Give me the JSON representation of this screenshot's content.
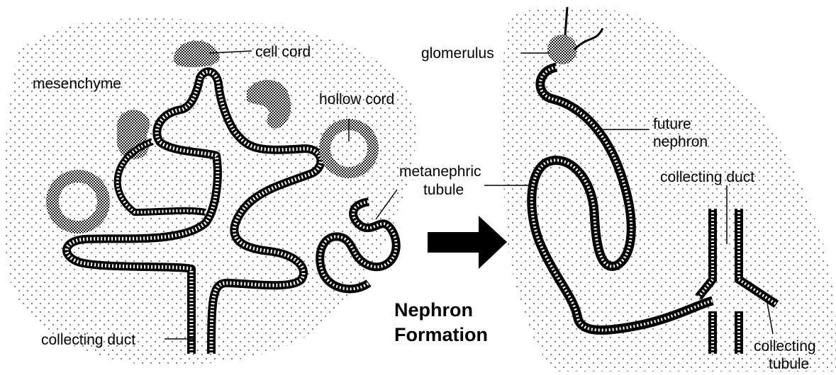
{
  "title": {
    "line1": "Nephron",
    "line2": "Formation"
  },
  "labels": {
    "cell_cord": "cell cord",
    "mesenchyme": "mesenchyme",
    "hollow_cord": "hollow  cord",
    "metanephric_1": "metanephric",
    "metanephric_2": "tubule",
    "collecting_duct_left": "collecting duct",
    "glomerulus": "glomerulus",
    "future_1": "future",
    "future_2": "nephron",
    "collecting_duct_right": "collecting duct",
    "collecting_tubule_1": "collecting",
    "collecting_tubule_2": "tubule"
  },
  "colors": {
    "ink": "#000000",
    "paper": "#ffffff",
    "stipple": "#6f6f6f",
    "lumen": "#ffffff"
  },
  "icons": {
    "process_arrow": "right-arrow-icon"
  }
}
